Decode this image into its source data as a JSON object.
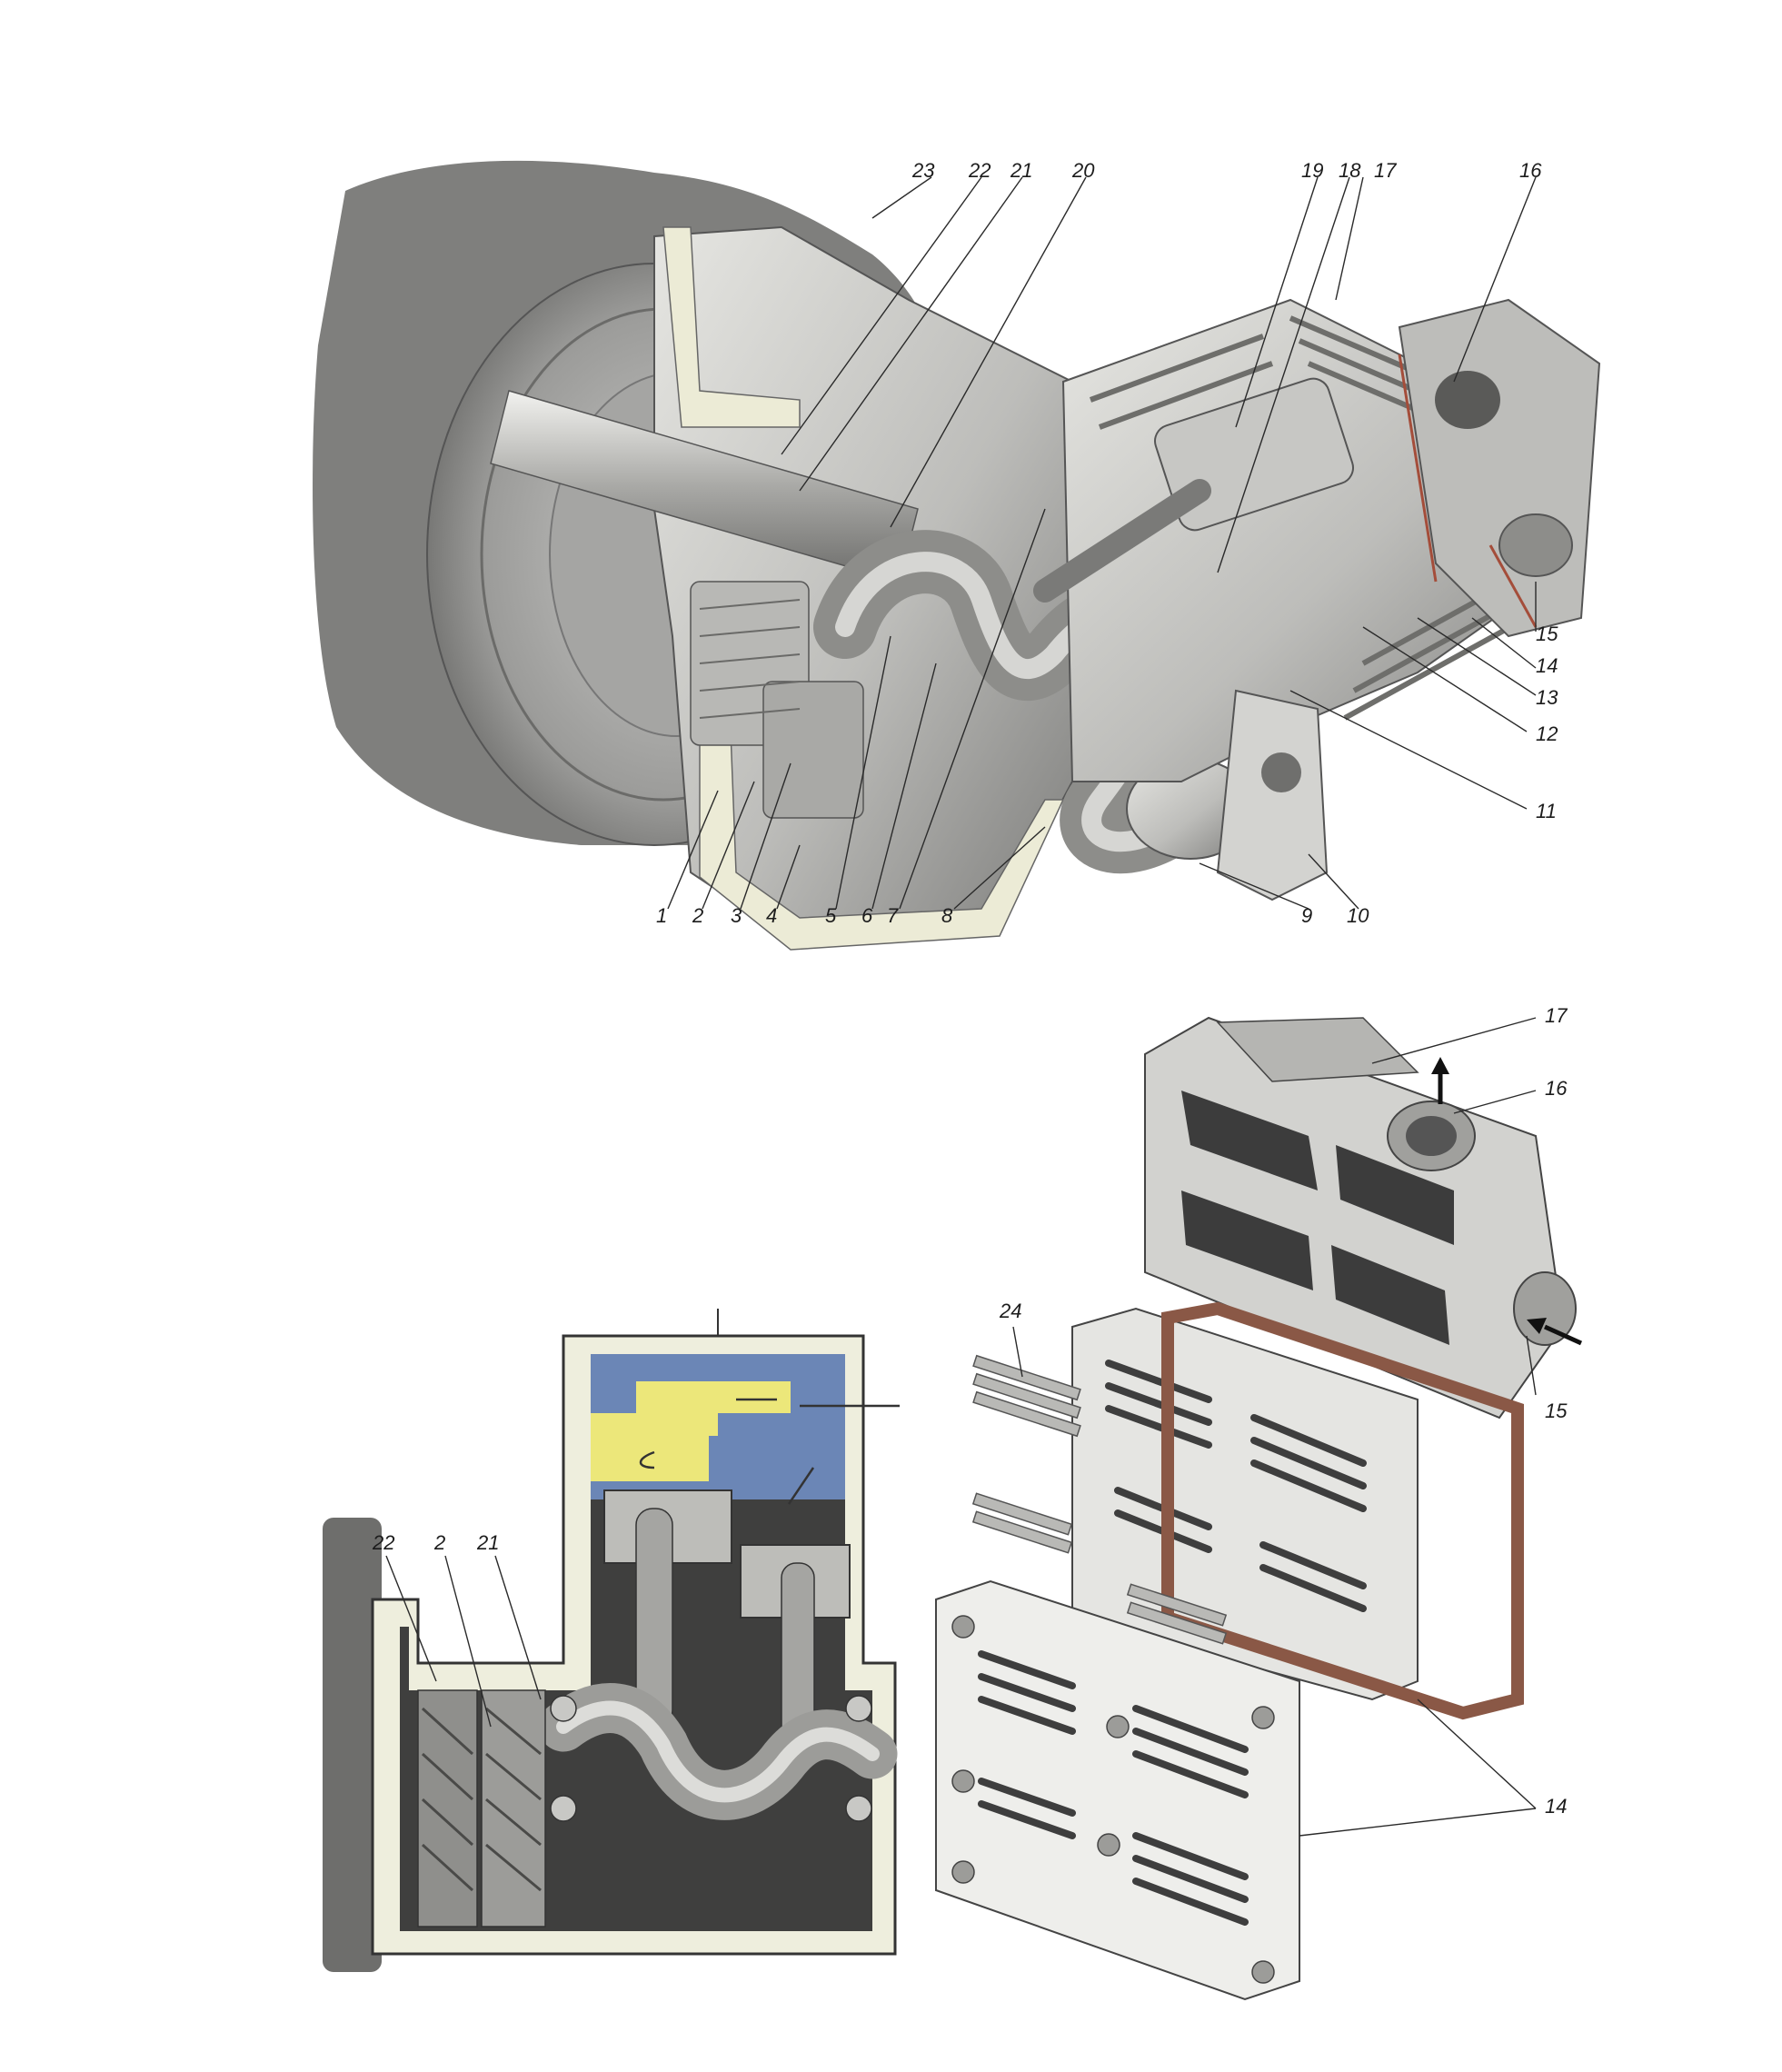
{
  "colors": {
    "metal_light": "#dcdcd8",
    "metal_mid": "#b9b9b6",
    "metal_dark": "#8a8a88",
    "shadow": "#5c5c5c",
    "section_cut": "#ecebd6",
    "air_blue": "#6b86b6",
    "air_yellow": "#ece77a",
    "gasket_brown": "#8a5846",
    "cavity_dark": "#3c3c3c"
  },
  "figures": [
    {
      "id": "cutaway",
      "callouts": [
        "1",
        "2",
        "3",
        "4",
        "5",
        "6",
        "7",
        "8",
        "9",
        "10",
        "11",
        "12",
        "13",
        "14",
        "15",
        "16",
        "17",
        "18",
        "19",
        "20",
        "21",
        "22",
        "23"
      ]
    },
    {
      "id": "section",
      "callouts": [
        "22",
        "2",
        "21"
      ]
    },
    {
      "id": "exploded-head",
      "callouts": [
        "17",
        "16",
        "24",
        "15",
        "14"
      ]
    }
  ],
  "icons": {
    "outlet_arrow": "up-arrow-icon",
    "inlet_arrow": "left-arrow-icon"
  }
}
